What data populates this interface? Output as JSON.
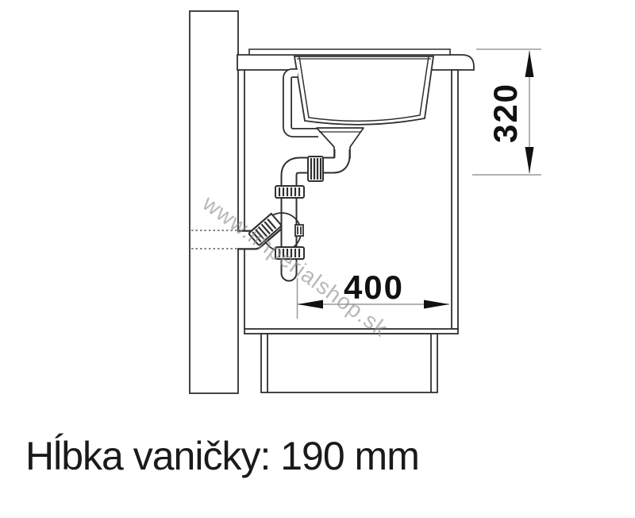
{
  "diagram": {
    "caption": "Hĺbka vaničky: 190 mm",
    "watermark": "www.imperialshop.sk",
    "dimensions": {
      "vertical": {
        "value": "320"
      },
      "horizontal": {
        "value": "400"
      }
    },
    "colors": {
      "ink": "#2f2f2f",
      "dimension_line": "#9a9a9a",
      "dimension_text": "#111111",
      "watermark": "#8c8c8c",
      "background": "#ffffff"
    }
  }
}
